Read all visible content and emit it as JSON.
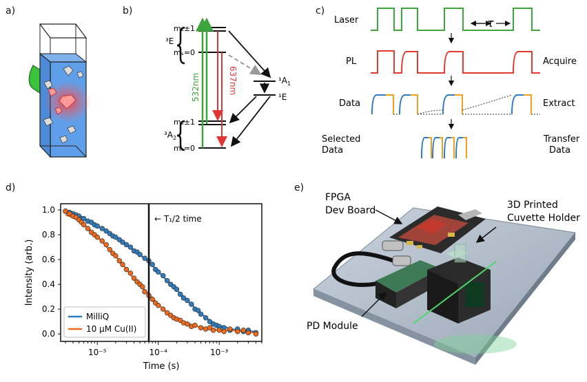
{
  "panels": {
    "a": "a)",
    "b": "b)",
    "c": "c)",
    "d": "d)",
    "e": "e)"
  },
  "energy": {
    "triplet_excited": "³E",
    "triplet_ground": "³A",
    "triplet_ground_sub": "2",
    "ms_pm1": "mₛ±1",
    "ms_0": "mₛ=0",
    "singlet_a": "¹A",
    "singlet_a_sub": "1",
    "singlet_e": "¹E",
    "green_label": "532nm",
    "red_label": "637nm"
  },
  "signal": {
    "laser": "Laser",
    "pl": "PL",
    "acquire": "Acquire",
    "data": "Data",
    "extract": "Extract",
    "selected_line1": "Selected",
    "selected_line2": "Data",
    "transfer_line1": "Transfer",
    "transfer_line2": "Data",
    "tau": "τ"
  },
  "chart_data": {
    "type": "line",
    "xlabel": "Time (s)",
    "ylabel": "Intensity (arb.)",
    "xscale": "log",
    "xlim": [
      2.5e-06,
      0.005
    ],
    "ylim": [
      -0.06,
      1.05
    ],
    "xticks": [
      "10⁻⁵",
      "10⁻⁴",
      "10⁻³"
    ],
    "yticks": [
      "0.0",
      "0.2",
      "0.4",
      "0.6",
      "0.8",
      "1.0"
    ],
    "vline_x": 7e-05,
    "vline_label": "T₁/2 time",
    "legend_position": "lower-left",
    "series": [
      {
        "name": "MilliQ",
        "color": "#2f7bbf",
        "x": [
          3e-06,
          3.5e-06,
          4e-06,
          4.5e-06,
          5e-06,
          5.5e-06,
          6e-06,
          7e-06,
          8e-06,
          9e-06,
          1e-05,
          1.2e-05,
          1.4e-05,
          1.6e-05,
          1.8e-05,
          2e-05,
          2.3e-05,
          2.6e-05,
          3e-05,
          3.5e-05,
          4e-05,
          4.5e-05,
          5e-05,
          6e-05,
          7e-05,
          8e-05,
          9e-05,
          0.0001,
          0.00012,
          0.00014,
          0.00016,
          0.00018,
          0.0002,
          0.00023,
          0.00026,
          0.0003,
          0.00035,
          0.0004,
          0.00045,
          0.0005,
          0.0006,
          0.0007,
          0.0008,
          0.0009,
          0.001,
          0.0012,
          0.0015,
          0.002,
          0.0025,
          0.003,
          0.004
        ],
        "y": [
          0.99,
          0.98,
          0.97,
          0.96,
          0.95,
          0.93,
          0.93,
          0.91,
          0.9,
          0.88,
          0.87,
          0.85,
          0.83,
          0.81,
          0.79,
          0.78,
          0.76,
          0.74,
          0.72,
          0.7,
          0.67,
          0.66,
          0.64,
          0.61,
          0.59,
          0.56,
          0.52,
          0.5,
          0.47,
          0.43,
          0.4,
          0.38,
          0.36,
          0.32,
          0.29,
          0.27,
          0.24,
          0.2,
          0.19,
          0.16,
          0.13,
          0.1,
          0.08,
          0.07,
          0.06,
          0.05,
          0.03,
          0.04,
          0.02,
          0.03,
          0.01
        ]
      },
      {
        "name": "10 µM Cu(II)",
        "color": "#f06a1c",
        "x": [
          3e-06,
          3.5e-06,
          4e-06,
          4.5e-06,
          5e-06,
          5.5e-06,
          6e-06,
          7e-06,
          8e-06,
          9e-06,
          1e-05,
          1.2e-05,
          1.4e-05,
          1.6e-05,
          1.8e-05,
          2e-05,
          2.3e-05,
          2.6e-05,
          3e-05,
          3.5e-05,
          4e-05,
          4.5e-05,
          5e-05,
          5.5e-05,
          6e-05,
          7e-05,
          8e-05,
          9e-05,
          0.0001,
          0.00012,
          0.00014,
          0.00016,
          0.00018,
          0.0002,
          0.00023,
          0.00026,
          0.0003,
          0.00035,
          0.0004,
          0.0005,
          0.0006,
          0.0007,
          0.0008,
          0.001,
          0.0012,
          0.0015,
          0.002,
          0.0025,
          0.003,
          0.004
        ],
        "y": [
          0.99,
          0.97,
          0.95,
          0.94,
          0.92,
          0.9,
          0.88,
          0.85,
          0.82,
          0.8,
          0.78,
          0.75,
          0.72,
          0.68,
          0.65,
          0.63,
          0.59,
          0.56,
          0.52,
          0.49,
          0.45,
          0.42,
          0.4,
          0.38,
          0.34,
          0.31,
          0.28,
          0.25,
          0.23,
          0.2,
          0.17,
          0.15,
          0.13,
          0.12,
          0.11,
          0.09,
          0.08,
          0.06,
          0.07,
          0.05,
          0.04,
          0.05,
          0.03,
          0.03,
          0.02,
          0.04,
          0.02,
          0.03,
          0.01,
          0.0
        ]
      }
    ]
  },
  "device": {
    "fpga_line1": "FPGA",
    "fpga_line2": "Dev Board",
    "holder_line1": "3D Printed",
    "holder_line2": "Cuvette Holder",
    "pd": "PD Module"
  }
}
